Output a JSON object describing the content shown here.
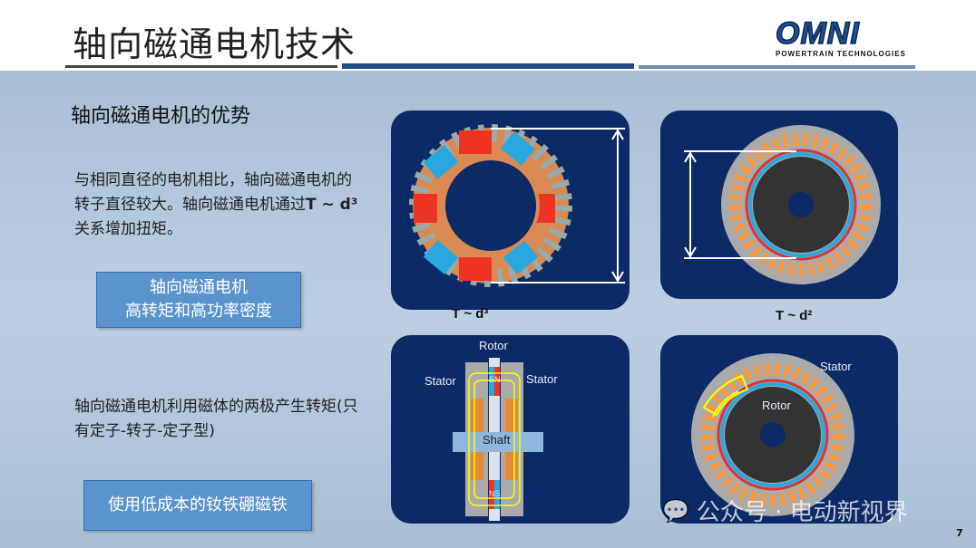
{
  "header": {
    "title": "轴向磁通电机技术",
    "logo": {
      "name": "OMNI",
      "tagline": "POWERTRAIN TECHNOLOGIES"
    }
  },
  "section_title": "轴向磁通电机的优势",
  "paragraph1": {
    "text_before": "与相同直径的电机相比，轴向磁通电机的转子直径较大。轴向磁通电机通过",
    "formula": "T ~ d³",
    "text_after": "关系增加扭矩。"
  },
  "banner1": {
    "line1": "轴向磁通电机",
    "line2": "高转矩和高功率密度"
  },
  "paragraph2": "轴向磁通电机利用磁体的两极产生转矩(只有定子-转子-定子型)",
  "banner2": "使用低成本的钕铁硼磁铁",
  "figures": {
    "eq_axial": "T ~ d³",
    "eq_radial": "T ~ d²",
    "axial_section": {
      "rotor": "Rotor",
      "stator_left": "Stator",
      "stator_right": "Stator",
      "shaft": "Shaft",
      "pole_top": "SN",
      "pole_bottom": "NS"
    },
    "radial_section": {
      "stator": "Stator",
      "rotor": "Rotor"
    }
  },
  "watermark": "公众号 · 电动新视界",
  "page_number": "7"
}
